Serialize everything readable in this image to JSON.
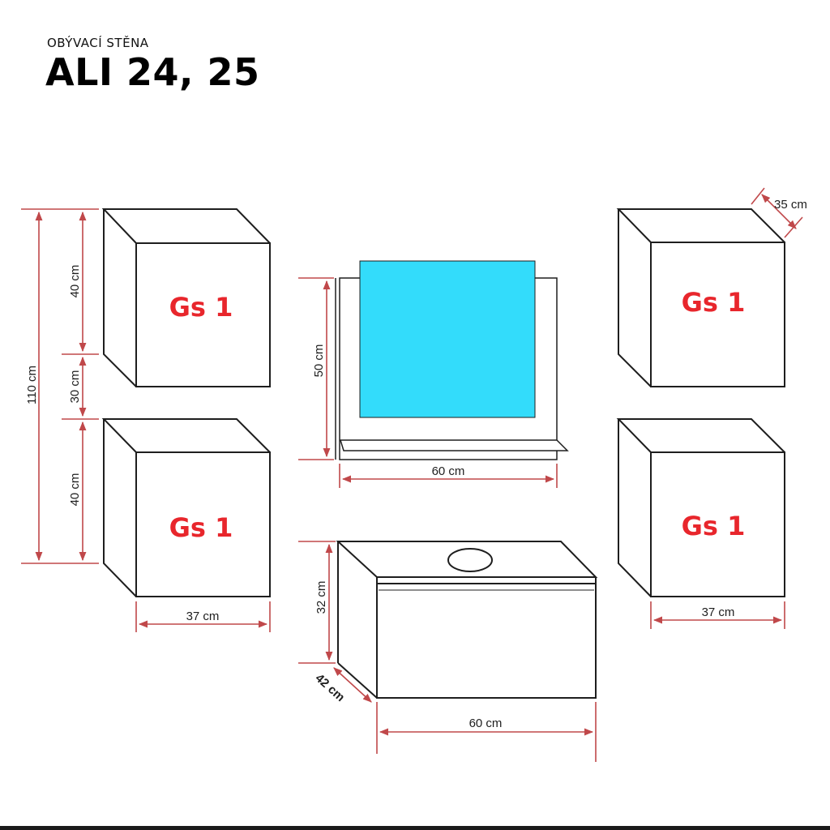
{
  "header": {
    "subtitle": "OBÝVACÍ STĚNA",
    "title": "ALI 24, 25"
  },
  "colors": {
    "dimension_line": "#c0484a",
    "label_red": "#e8262c",
    "outline": "#1e1e1e",
    "screen": "#33dcfb"
  },
  "labels": {
    "cabinet": "Gs 1"
  },
  "dimensions": {
    "total_height": "110 cm",
    "upper_height": "40 cm",
    "gap": "30 cm",
    "lower_height": "40 cm",
    "left_width": "37 cm",
    "right_width": "37 cm",
    "depth": "35 cm",
    "panel_height": "50 cm",
    "panel_width": "60 cm",
    "console_height": "32 cm",
    "console_depth": "42 cm",
    "console_width": "60 cm"
  }
}
